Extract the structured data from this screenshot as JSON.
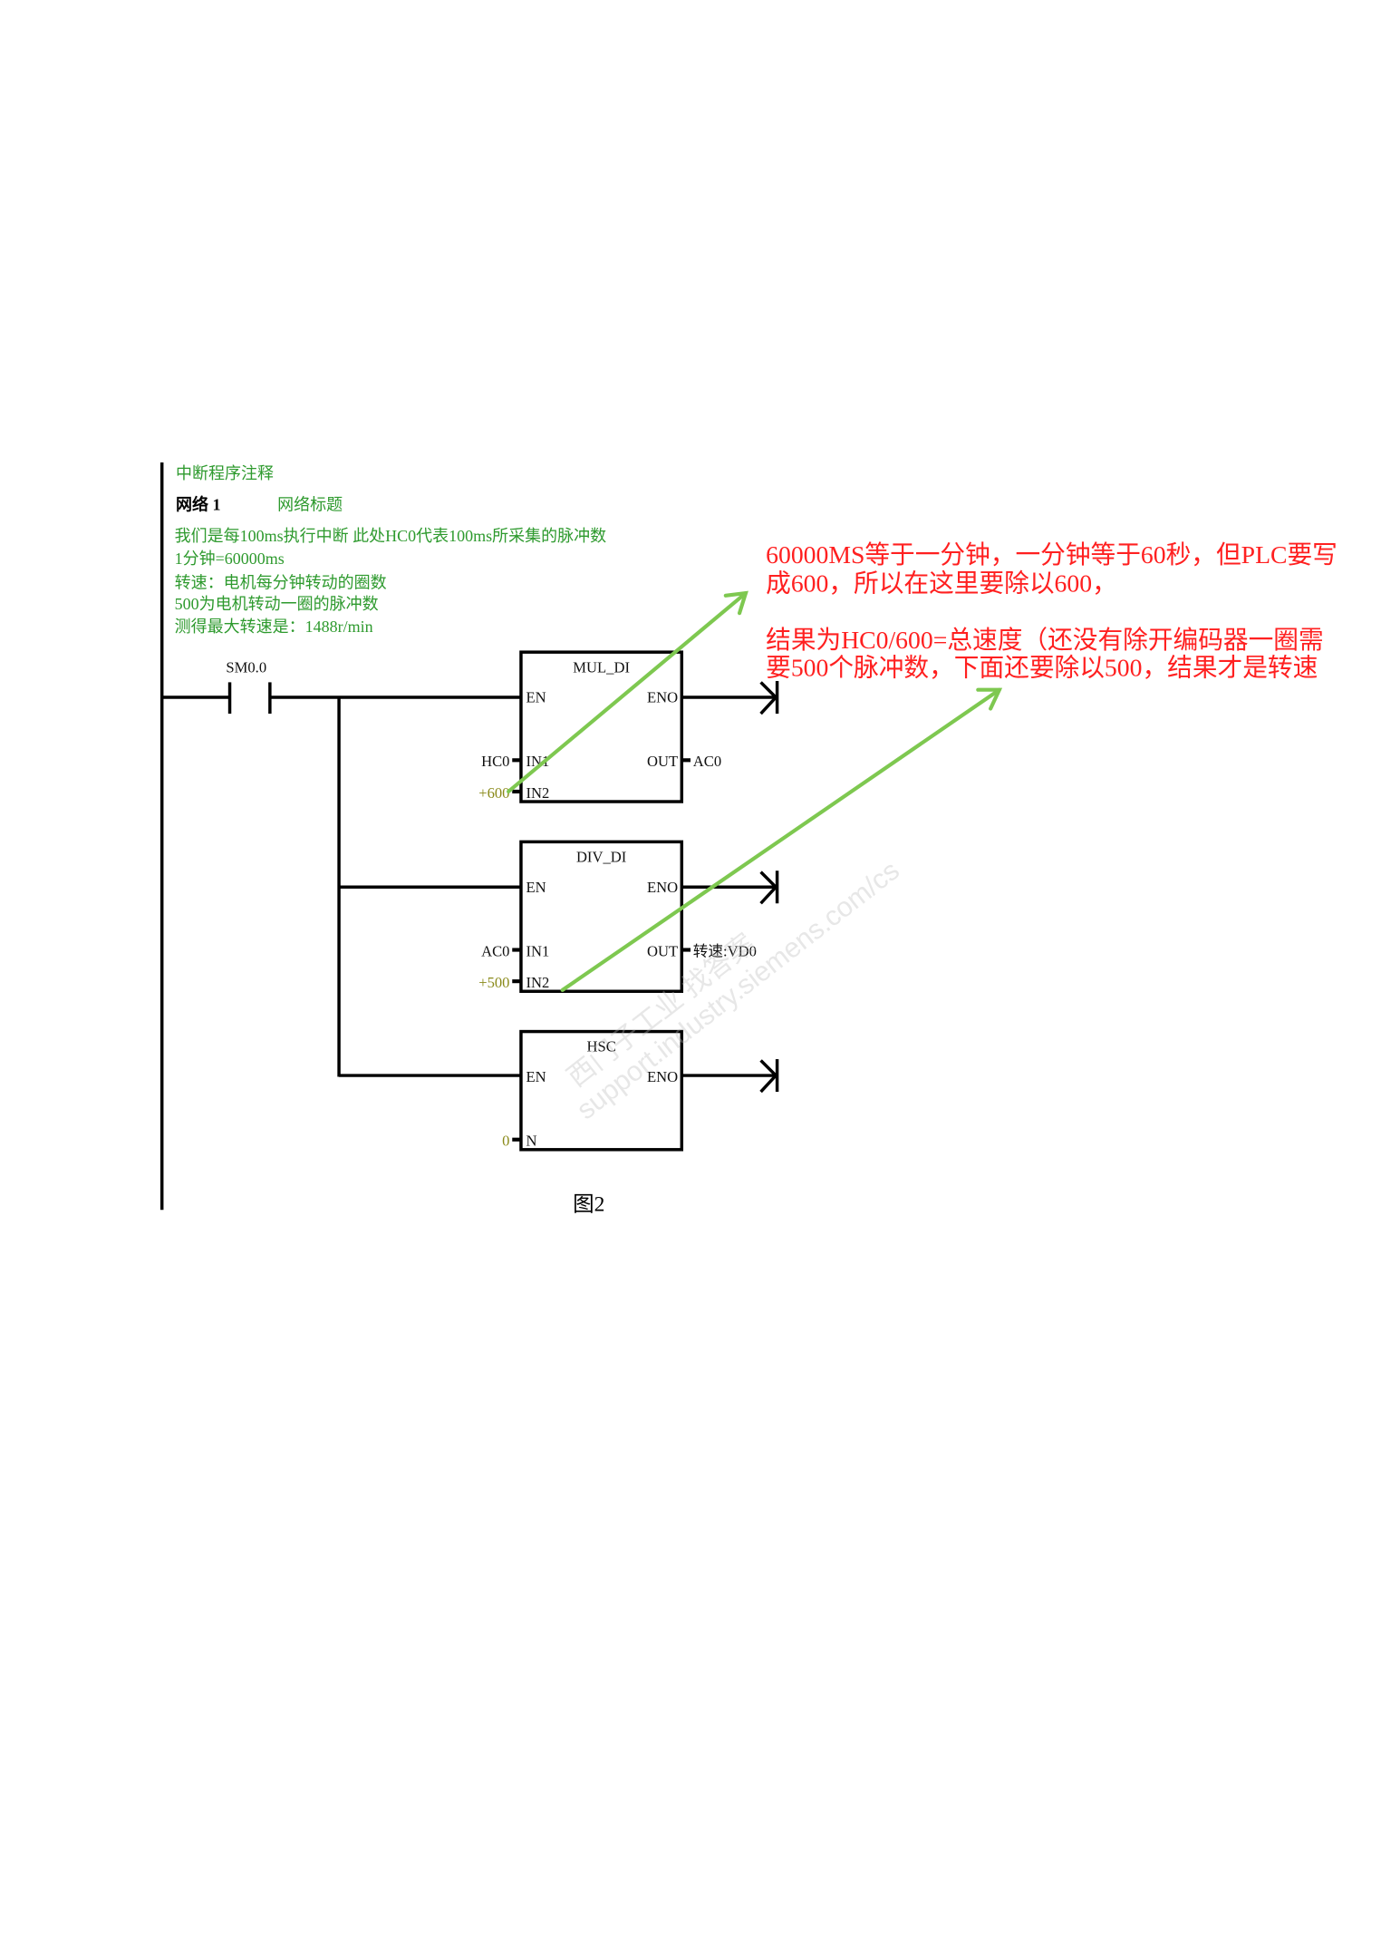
{
  "comments": {
    "program_comment": "中断程序注释",
    "network_label": "网络 1",
    "network_title": "网络标题",
    "lines": [
      "我们是每100ms执行中断   此处HC0代表100ms所采集的脉冲数",
      "1分钟=60000ms",
      "转速：电机每分钟转动的圈数",
      "500为电机转动一圈的脉冲数",
      "测得最大转速是：1488r/min"
    ]
  },
  "contact": {
    "label": "SM0.0"
  },
  "blocks": [
    {
      "title": "MUL_DI",
      "en": "EN",
      "eno": "ENO",
      "in1": "IN1",
      "in2": "IN2",
      "out": "OUT",
      "in1_val": "HC0",
      "in2_val": "+600",
      "out_val": "AC0"
    },
    {
      "title": "DIV_DI",
      "en": "EN",
      "eno": "ENO",
      "in1": "IN1",
      "in2": "IN2",
      "out": "OUT",
      "in1_val": "AC0",
      "in2_val": "+500",
      "out_val": "转速:VD0"
    },
    {
      "title": "HSC",
      "en": "EN",
      "eno": "ENO",
      "n": "N",
      "n_val": "0"
    }
  ],
  "annotations": [
    "60000MS等于一分钟，一分钟等于60秒，但PLC要写",
    "成600，所以在这里要除以600，",
    "结果为HC0/600=总速度（还没有除开编码器一圈需",
    "要500个脉冲数，下面还要除以500，结果才是转速"
  ],
  "caption": "图2",
  "watermark": [
    "西门子工业 找答案",
    "support.industry.siemens.com/cs"
  ],
  "colors": {
    "comment": "#2e9a2e",
    "annotation": "#ff2020",
    "arrow": "#7ec850",
    "constant": "#8a8a1a"
  }
}
